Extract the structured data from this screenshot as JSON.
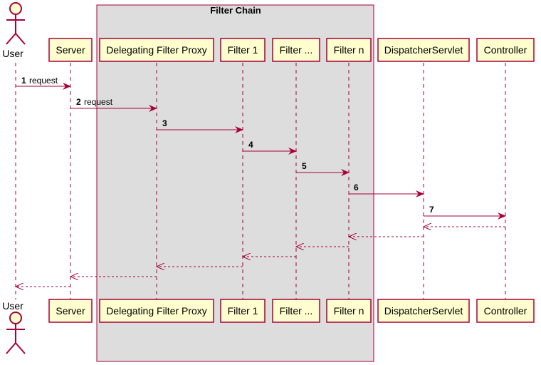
{
  "diagram": {
    "group": {
      "title": "Filter Chain"
    },
    "actor": {
      "name": "User"
    },
    "participants": [
      {
        "id": "server",
        "label": "Server"
      },
      {
        "id": "dfp",
        "label": "Delegating Filter Proxy"
      },
      {
        "id": "filter1",
        "label": "Filter 1"
      },
      {
        "id": "filterdots",
        "label": "Filter ..."
      },
      {
        "id": "filtern",
        "label": "Filter n"
      },
      {
        "id": "dispatcher",
        "label": "DispatcherServlet"
      },
      {
        "id": "controller",
        "label": "Controller"
      }
    ],
    "messages": [
      {
        "from": "user",
        "to": "server",
        "number": "1",
        "text": "request",
        "kind": "call"
      },
      {
        "from": "server",
        "to": "dfp",
        "number": "2",
        "text": "request",
        "kind": "call"
      },
      {
        "from": "dfp",
        "to": "filter1",
        "number": "3",
        "text": "",
        "kind": "call"
      },
      {
        "from": "filter1",
        "to": "filterdots",
        "number": "4",
        "text": "",
        "kind": "call"
      },
      {
        "from": "filterdots",
        "to": "filtern",
        "number": "5",
        "text": "",
        "kind": "call"
      },
      {
        "from": "filtern",
        "to": "dispatcher",
        "number": "6",
        "text": "",
        "kind": "call"
      },
      {
        "from": "dispatcher",
        "to": "controller",
        "number": "7",
        "text": "",
        "kind": "call"
      },
      {
        "from": "controller",
        "to": "dispatcher",
        "number": "",
        "text": "",
        "kind": "return"
      },
      {
        "from": "dispatcher",
        "to": "filtern",
        "number": "",
        "text": "",
        "kind": "return"
      },
      {
        "from": "filtern",
        "to": "filterdots",
        "number": "",
        "text": "",
        "kind": "return"
      },
      {
        "from": "filterdots",
        "to": "filter1",
        "number": "",
        "text": "",
        "kind": "return"
      },
      {
        "from": "filter1",
        "to": "dfp",
        "number": "",
        "text": "",
        "kind": "return"
      },
      {
        "from": "dfp",
        "to": "server",
        "number": "",
        "text": "",
        "kind": "return"
      },
      {
        "from": "server",
        "to": "user",
        "number": "",
        "text": "",
        "kind": "return"
      }
    ],
    "colors": {
      "group_fill": "#dddddd",
      "group_border": "#a80036",
      "box_fill": "#fefece",
      "box_border": "#a80036",
      "arrow": "#a80036",
      "actor_fill": "#fefece"
    }
  }
}
